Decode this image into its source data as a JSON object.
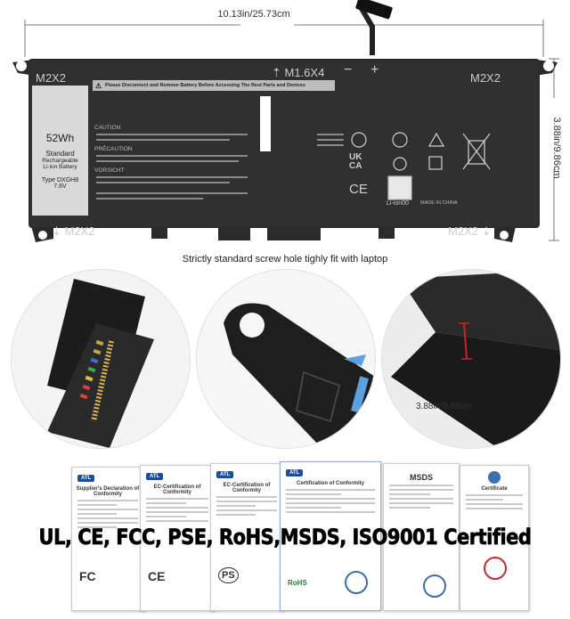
{
  "dimensions": {
    "length": "10.13in/25.73cm",
    "height": "3.88in/9.86cm",
    "detail_height": "3.88in/9.86cm"
  },
  "battery": {
    "screw_labels": [
      "M2X2",
      "M1.6X4",
      "M2X2",
      "M2X2",
      "M2X2"
    ],
    "polarity": [
      "−",
      "+"
    ],
    "warning_banner": "Please Disconnect and Remove Battery Before Accessing The Rest Parts and Devices",
    "capacity": "52Wh",
    "type_lines": [
      "Standard",
      "Rechargeable",
      "Li-ion Battery"
    ],
    "model": "Type DXGH8",
    "voltage": "7.6V",
    "caution_title": "CAUTION",
    "precaution_title": "PRÉCAUTION",
    "vorsicht_title": "VORSICHT",
    "marks": [
      "UK",
      "CA",
      "CE",
      "Li-ion00",
      "MADE IN CHINA"
    ]
  },
  "caption": "Strictly standard screw hole tighly fit with laptop",
  "certifications": {
    "headline": "UL, CE, FCC, PSE, RoHS,MSDS, ISO9001 Certified",
    "docs": [
      {
        "brand": "ATL",
        "title": "Supplier's Declaration of Conformity"
      },
      {
        "brand": "ATL",
        "title": "EC-Certification of Conformity"
      },
      {
        "brand": "ATL",
        "title": "EC-Certification of Conformity"
      },
      {
        "brand": "ATL",
        "title": "Certification of Conformity"
      },
      {
        "brand": "",
        "title": "MSDS"
      },
      {
        "brand": "",
        "title": "Certificate"
      }
    ],
    "marks": [
      "FC",
      "CE",
      "PS",
      "RoHS"
    ]
  }
}
